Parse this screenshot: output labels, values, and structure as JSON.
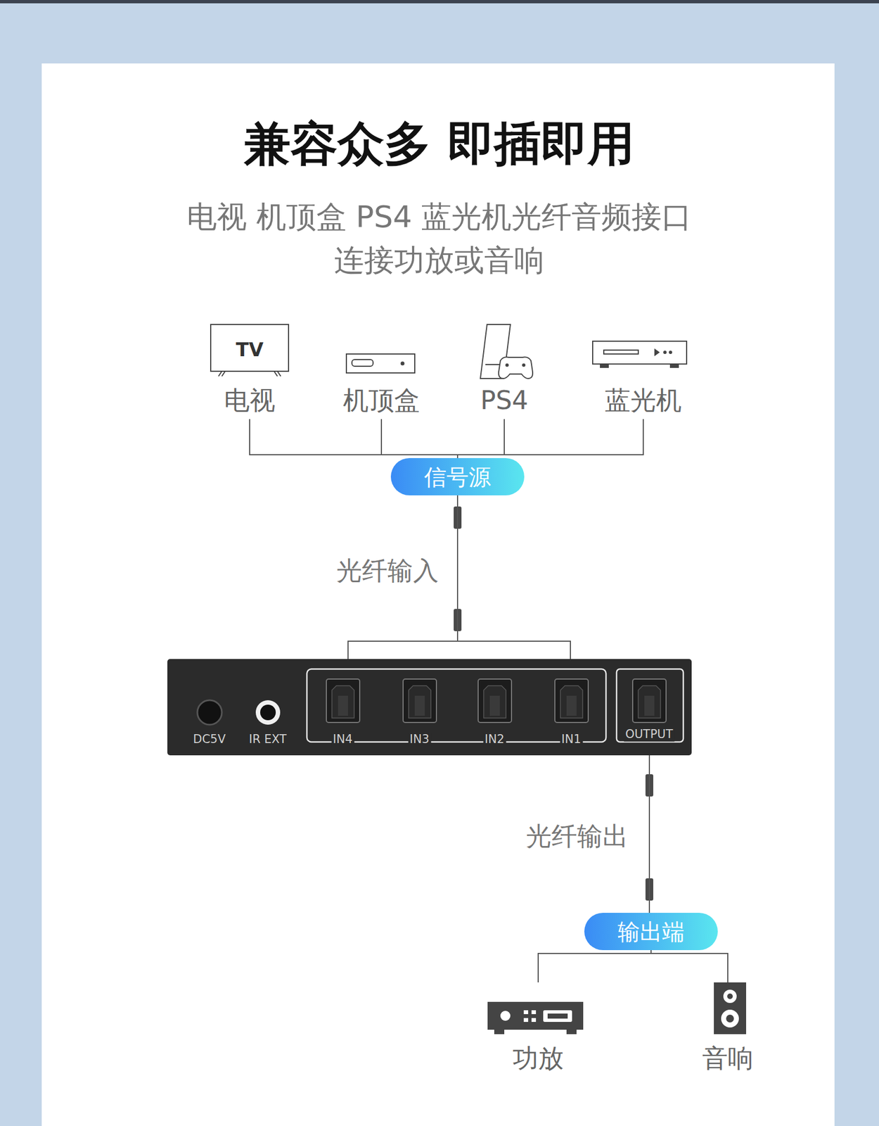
{
  "diagram": {
    "title": "兼容众多 即插即用",
    "nodes": [
      {
        "text": [
          "电视"
        ]
      },
      {
        "text": [
          "机顶盒"
        ]
      },
      {
        "text": [
          "PS4"
        ]
      },
      {
        "text": [
          "蓝光机"
        ]
      },
      {
        "text": [
          "信号源"
        ]
      },
      {
        "text": [
          "DC5V",
          "IR EXT",
          "IN4",
          "IN3",
          "IN2",
          "IN1",
          "OUTPUT"
        ]
      },
      {
        "text": [
          "输出端"
        ]
      },
      {
        "text": [
          "功放"
        ]
      },
      {
        "text": [
          "音响"
        ]
      }
    ],
    "edges": [
      {
        "from": 0,
        "to": 4,
        "arrow": "none"
      },
      {
        "from": 1,
        "to": 4,
        "arrow": "none"
      },
      {
        "from": 2,
        "to": 4,
        "arrow": "none"
      },
      {
        "from": 3,
        "to": 4,
        "arrow": "none"
      },
      {
        "from": 4,
        "to": 5,
        "label": "光纤输入",
        "arrow": "none"
      },
      {
        "from": 5,
        "to": 6,
        "label": "光纤输出",
        "arrow": "none"
      },
      {
        "from": 6,
        "to": 7,
        "arrow": "none"
      },
      {
        "from": 6,
        "to": 8,
        "arrow": "none"
      }
    ],
    "labels": [
      "电视 机顶盒 PS4 蓝光机光纤音频接口",
      "连接功放或音响",
      "TV"
    ]
  }
}
